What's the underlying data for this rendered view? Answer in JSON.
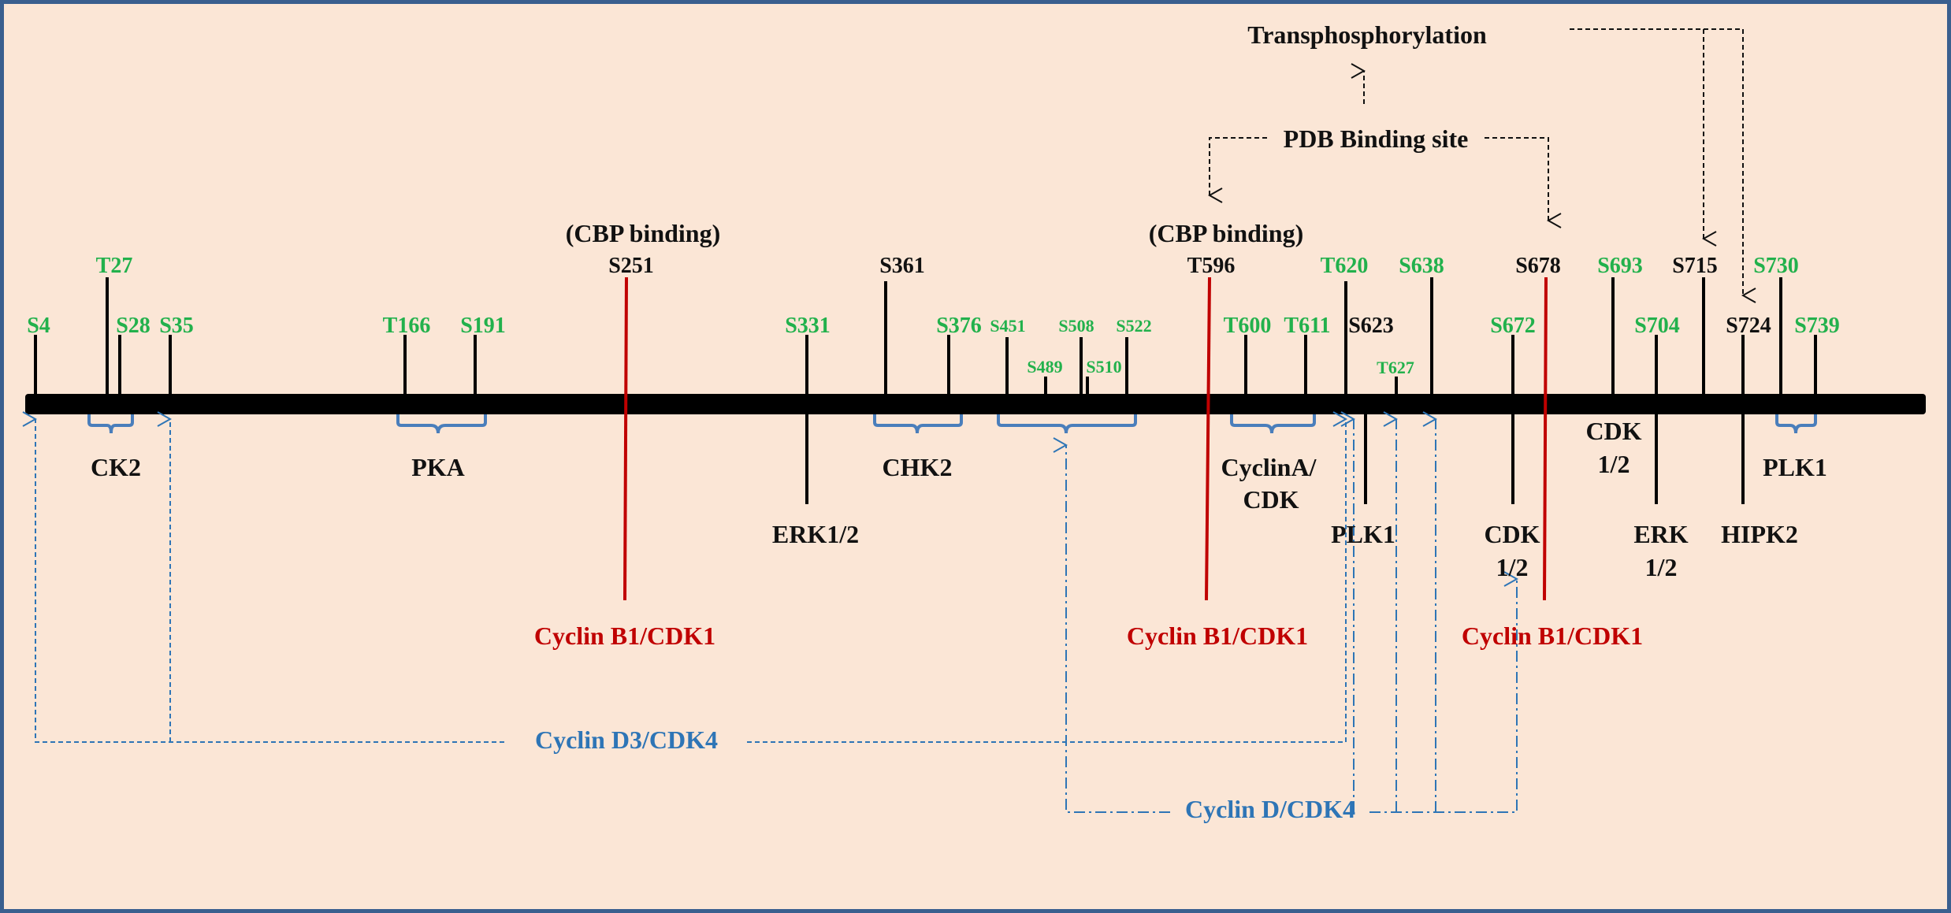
{
  "colors": {
    "background": "#fbe6d6",
    "border": "#3a5f8f",
    "green": "#22b14c",
    "black": "#111111",
    "red": "#c00000",
    "blue": "#2e75b6",
    "bracket": "#4a7ebb"
  },
  "annotations": {
    "transphosphorylation": "Transphosphorylation",
    "pdb_binding": "PDB Binding site",
    "cbp_binding_1": "(CBP binding)",
    "cbp_binding_2": "(CBP binding)"
  },
  "sites": [
    {
      "label": "S4",
      "color": "green"
    },
    {
      "label": "T27",
      "color": "green"
    },
    {
      "label": "S28",
      "color": "green"
    },
    {
      "label": "S35",
      "color": "green"
    },
    {
      "label": "T166",
      "color": "green"
    },
    {
      "label": "S191",
      "color": "green"
    },
    {
      "label": "S251",
      "color": "black"
    },
    {
      "label": "S331",
      "color": "green"
    },
    {
      "label": "S361",
      "color": "black"
    },
    {
      "label": "S376",
      "color": "green"
    },
    {
      "label": "S451",
      "color": "green"
    },
    {
      "label": "S489",
      "color": "green"
    },
    {
      "label": "S508",
      "color": "green"
    },
    {
      "label": "S510",
      "color": "green"
    },
    {
      "label": "S522",
      "color": "green"
    },
    {
      "label": "T596",
      "color": "black"
    },
    {
      "label": "T600",
      "color": "green"
    },
    {
      "label": "T611",
      "color": "green"
    },
    {
      "label": "T620",
      "color": "green"
    },
    {
      "label": "S623",
      "color": "black"
    },
    {
      "label": "T627",
      "color": "green"
    },
    {
      "label": "S638",
      "color": "green"
    },
    {
      "label": "S672",
      "color": "green"
    },
    {
      "label": "S678",
      "color": "black"
    },
    {
      "label": "S693",
      "color": "green"
    },
    {
      "label": "S704",
      "color": "green"
    },
    {
      "label": "S715",
      "color": "black"
    },
    {
      "label": "S724",
      "color": "black"
    },
    {
      "label": "S730",
      "color": "green"
    },
    {
      "label": "S739",
      "color": "green"
    }
  ],
  "kinases": {
    "ck2": "CK2",
    "pka": "PKA",
    "erk12_a": "ERK1/2",
    "chk2": "CHK2",
    "cyclina_cdk_1": "CyclinA/",
    "cyclina_cdk_2": "CDK",
    "plk1_a": "PLK1",
    "cdk12_a_1": "CDK",
    "cdk12_a_2": "1/2",
    "cdk12_b_1": "CDK",
    "cdk12_b_2": "1/2",
    "erk12_b_1": "ERK",
    "erk12_b_2": "1/2",
    "hipk2": "HIPK2",
    "plk1_b": "PLK1",
    "cyclin_b1_1": "Cyclin B1/CDK1",
    "cyclin_b1_2": "Cyclin B1/CDK1",
    "cyclin_b1_3": "Cyclin B1/CDK1",
    "cyclin_d3_cdk4": "Cyclin D3/CDK4",
    "cyclin_d_cdk4": "Cyclin D/CDK4"
  }
}
